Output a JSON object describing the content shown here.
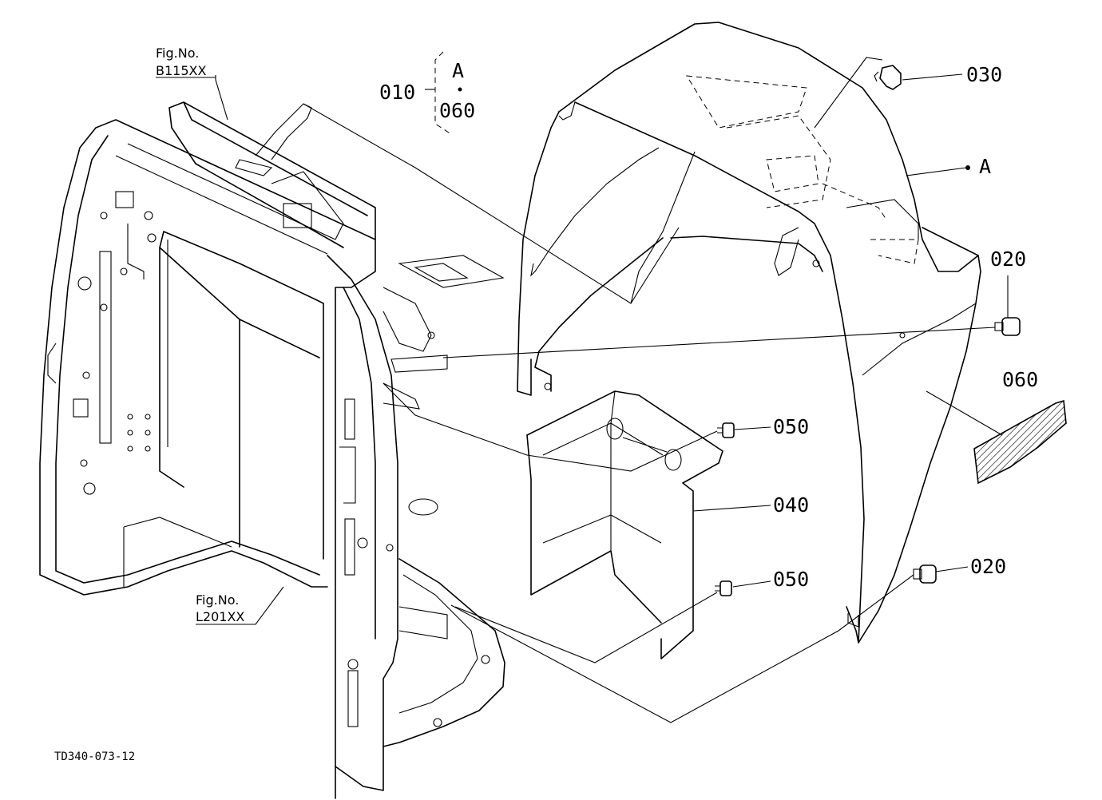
{
  "labels": {
    "p010": "010",
    "p020a": "020",
    "p020b": "020",
    "p030": "030",
    "p040": "040",
    "p050a": "050",
    "p050b": "050",
    "p060": "060",
    "bracket_a": "A",
    "bracket_060": "060",
    "callout_a": "A"
  },
  "figure_refs": [
    {
      "title": "Fig.No.",
      "code": "B115XX"
    },
    {
      "title": "Fig.No.",
      "code": "L201XX"
    }
  ],
  "drawing_code": "TD340-073-12"
}
